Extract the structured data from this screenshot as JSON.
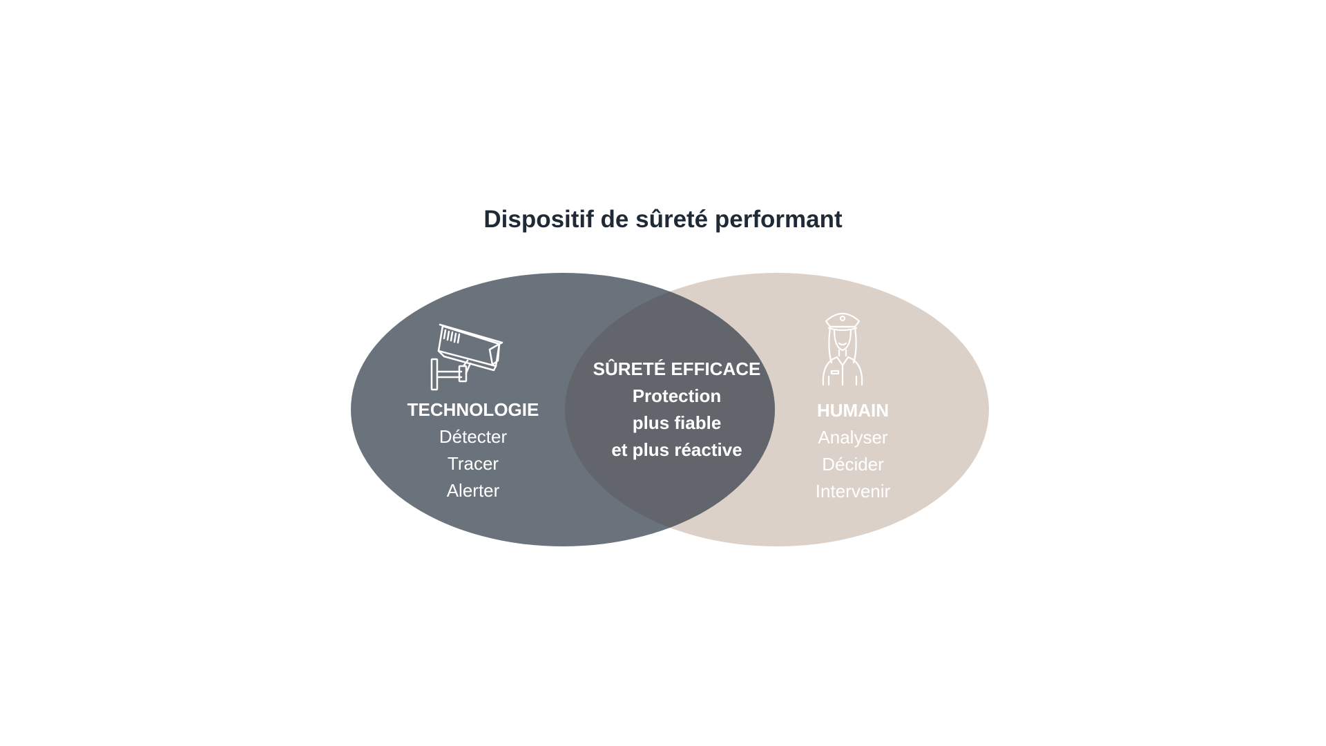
{
  "title": "Dispositif de sûreté performant",
  "colors": {
    "left_circle": "#5f6873",
    "right_circle": "#d9ccc2",
    "overlap": "#62666c",
    "title_text": "#1f2a36",
    "label_text": "#ffffff"
  },
  "left": {
    "icon": "security-camera-icon",
    "heading": "TECHNOLOGIE",
    "items": [
      "Détecter",
      "Tracer",
      "Alerter"
    ]
  },
  "center": {
    "heading": "SÛRETÉ EFFICACE",
    "lines": [
      "Protection",
      "plus fiable",
      "et plus réactive"
    ]
  },
  "right": {
    "icon": "security-officer-icon",
    "heading": "HUMAIN",
    "items": [
      "Analyser",
      "Décider",
      "Intervenir"
    ]
  }
}
